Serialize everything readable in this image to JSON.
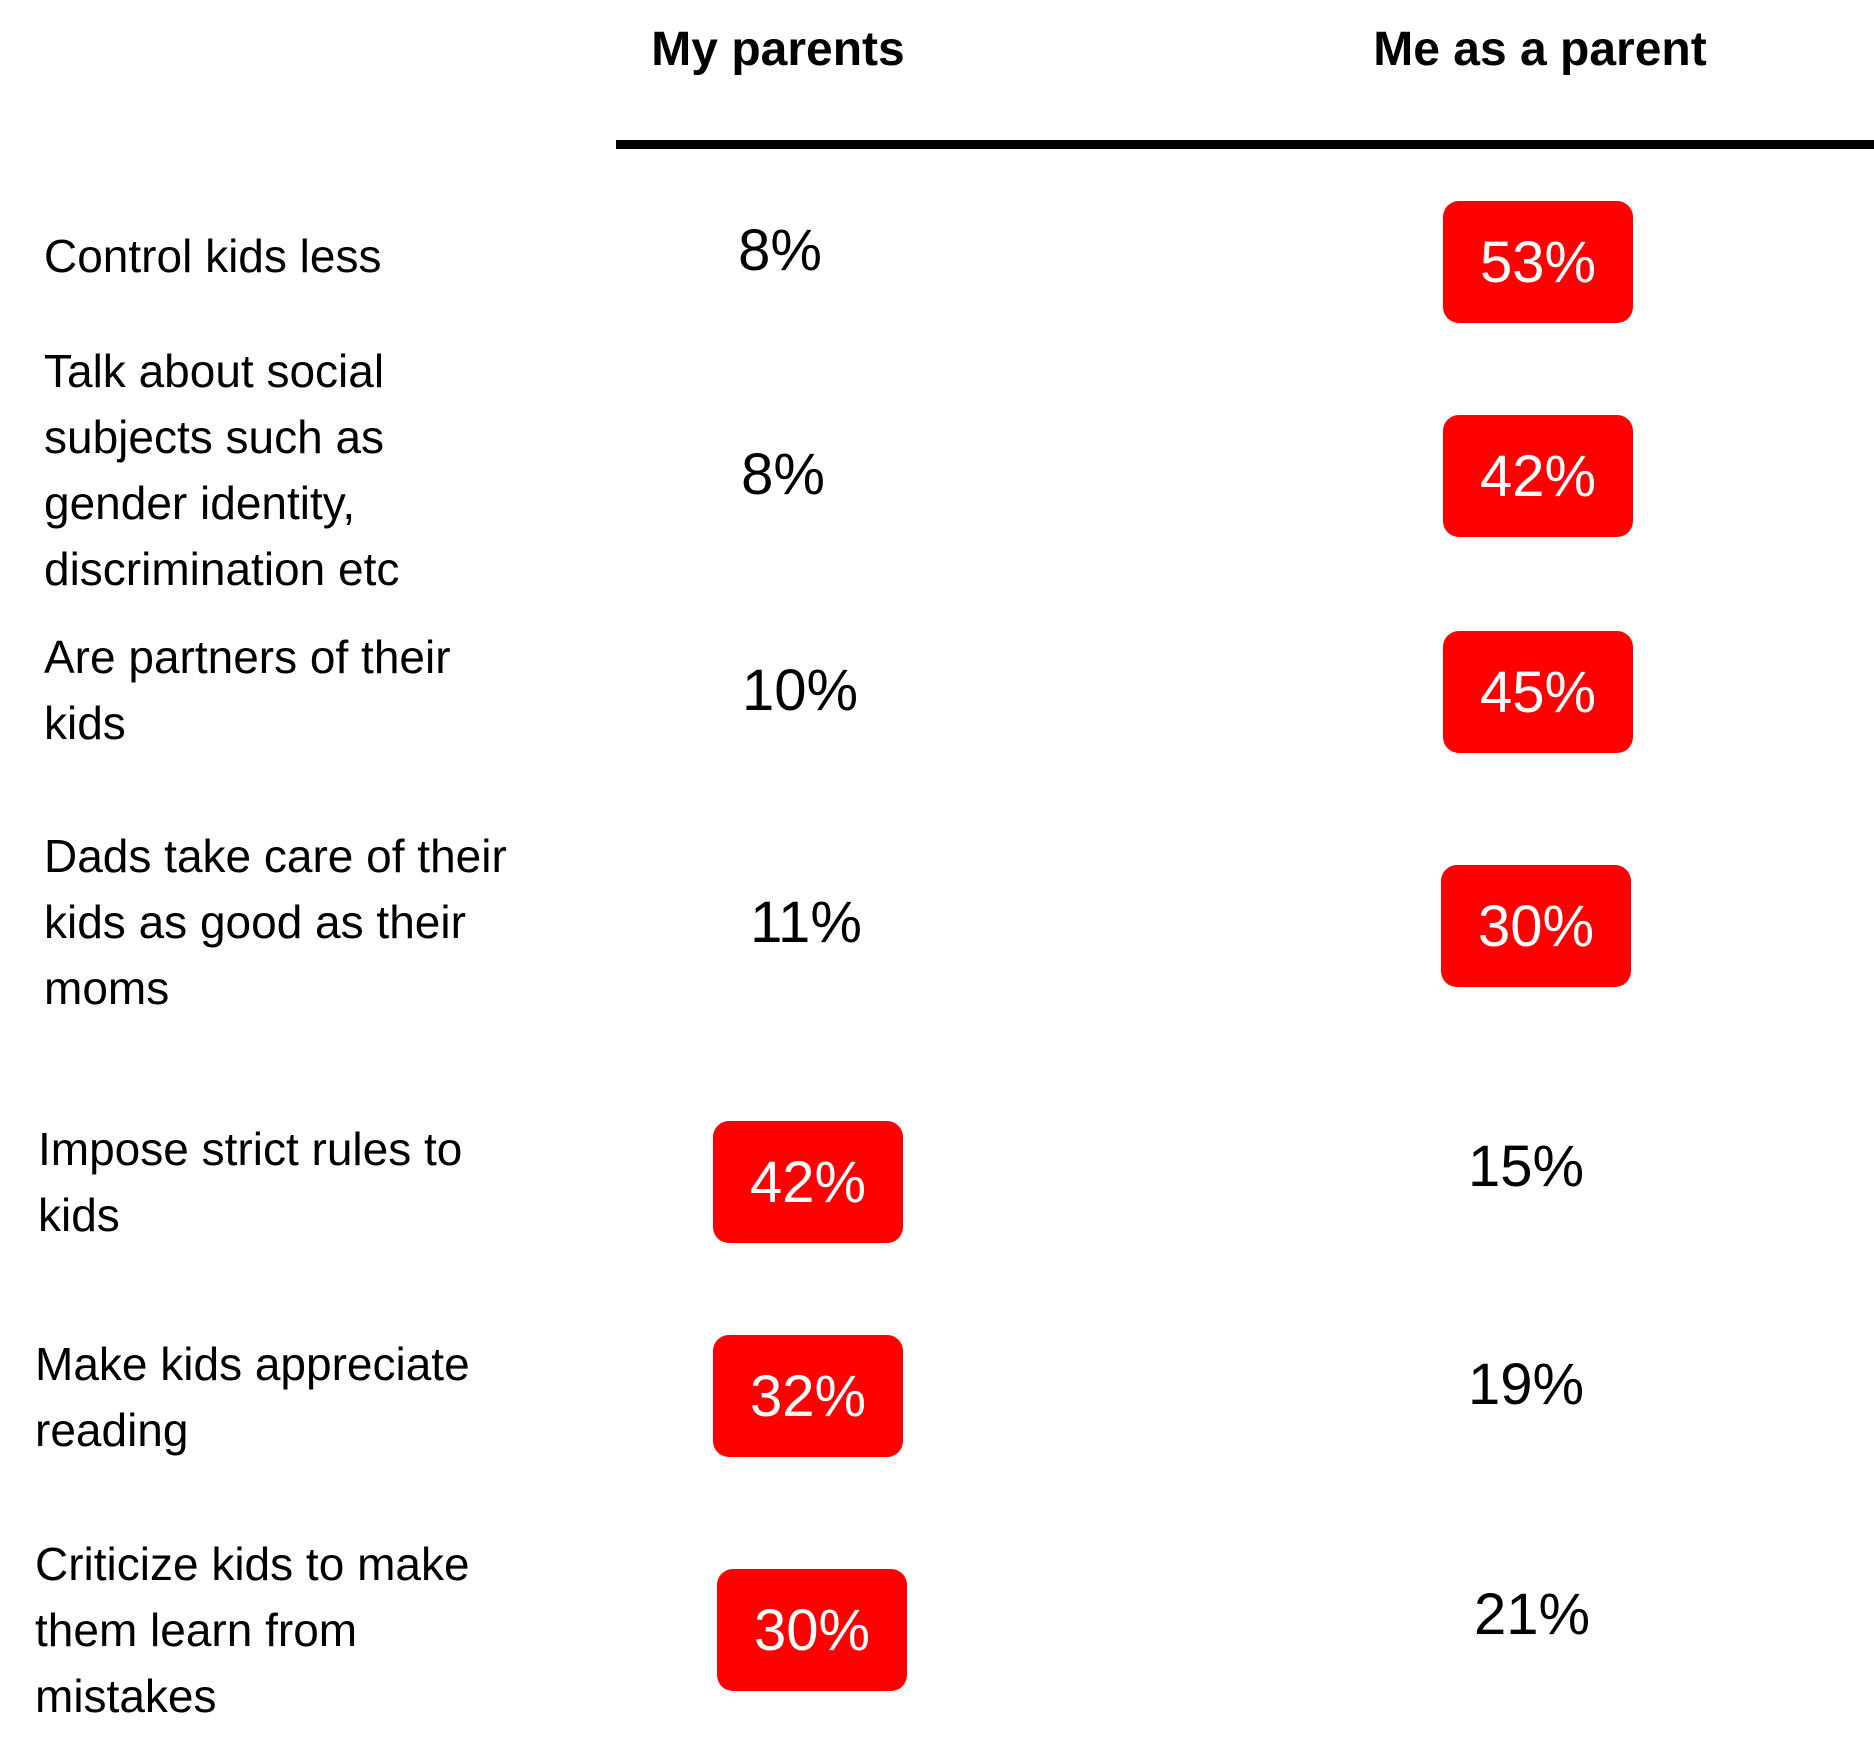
{
  "chart_data": {
    "type": "table",
    "columns": [
      "My parents",
      "Me as a parent"
    ],
    "highlight_color": "#ff0000",
    "rows": [
      {
        "label": "Control kids less",
        "values": [
          8,
          53
        ],
        "display": [
          "8%",
          "53%"
        ],
        "highlight": [
          false,
          true
        ]
      },
      {
        "label": "Talk about social subjects such as gender identity, discrimination etc",
        "values": [
          8,
          42
        ],
        "display": [
          "8%",
          "42%"
        ],
        "highlight": [
          false,
          true
        ]
      },
      {
        "label": "Are partners of their kids",
        "values": [
          10,
          45
        ],
        "display": [
          "10%",
          "45%"
        ],
        "highlight": [
          false,
          true
        ]
      },
      {
        "label": "Dads take care of their kids as good as their moms",
        "values": [
          11,
          30
        ],
        "display": [
          "11%",
          "30%"
        ],
        "highlight": [
          false,
          true
        ]
      },
      {
        "label": "Impose strict rules to kids",
        "values": [
          42,
          15
        ],
        "display": [
          "42%",
          "15%"
        ],
        "highlight": [
          true,
          false
        ]
      },
      {
        "label": "Make kids appreciate reading",
        "values": [
          32,
          19
        ],
        "display": [
          "32%",
          "19%"
        ],
        "highlight": [
          true,
          false
        ]
      },
      {
        "label": "Criticize kids to make them learn from mistakes",
        "values": [
          30,
          21
        ],
        "display": [
          "30%",
          "21%"
        ],
        "highlight": [
          true,
          false
        ]
      }
    ]
  }
}
